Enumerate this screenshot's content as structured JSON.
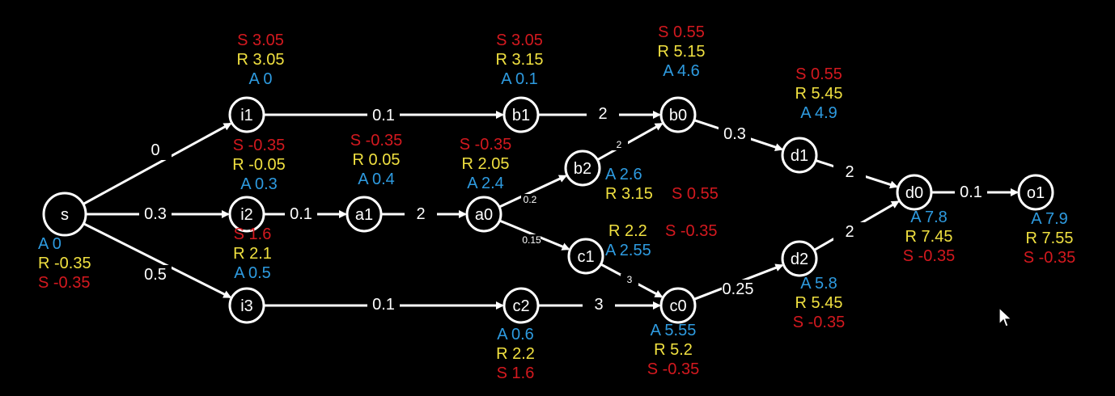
{
  "colors": {
    "background": "#000000",
    "stroke": "#ffffff",
    "S": "#d4191f",
    "R": "#f0e040",
    "A": "#2e9be0"
  },
  "nodes": [
    {
      "id": "s",
      "label": "s"
    },
    {
      "id": "i1",
      "label": "i1"
    },
    {
      "id": "i2",
      "label": "i2"
    },
    {
      "id": "i3",
      "label": "i3"
    },
    {
      "id": "a1",
      "label": "a1"
    },
    {
      "id": "a0",
      "label": "a0"
    },
    {
      "id": "b2",
      "label": "b2"
    },
    {
      "id": "b1",
      "label": "b1"
    },
    {
      "id": "b0",
      "label": "b0"
    },
    {
      "id": "c1",
      "label": "c1"
    },
    {
      "id": "c2",
      "label": "c2"
    },
    {
      "id": "c0",
      "label": "c0"
    },
    {
      "id": "d1",
      "label": "d1"
    },
    {
      "id": "d2",
      "label": "d2"
    },
    {
      "id": "d0",
      "label": "d0"
    },
    {
      "id": "o1",
      "label": "o1"
    }
  ],
  "edges": [
    {
      "from": "s",
      "to": "i1",
      "label": "0"
    },
    {
      "from": "s",
      "to": "i2",
      "label": "0.3"
    },
    {
      "from": "s",
      "to": "i3",
      "label": "0.5"
    },
    {
      "from": "i1",
      "to": "b1",
      "label": "0.1"
    },
    {
      "from": "i2",
      "to": "a1",
      "label": "0.1"
    },
    {
      "from": "a1",
      "to": "a0",
      "label": "2"
    },
    {
      "from": "a0",
      "to": "b2",
      "label": "0.2"
    },
    {
      "from": "a0",
      "to": "c1",
      "label": "0.15"
    },
    {
      "from": "b2",
      "to": "b0",
      "label": "2"
    },
    {
      "from": "b1",
      "to": "b0",
      "label": "2"
    },
    {
      "from": "i3",
      "to": "c2",
      "label": "0.1"
    },
    {
      "from": "c2",
      "to": "c0",
      "label": "3"
    },
    {
      "from": "c1",
      "to": "c0",
      "label": "3"
    },
    {
      "from": "b0",
      "to": "d1",
      "label": "0.3"
    },
    {
      "from": "c0",
      "to": "d2",
      "label": "0.25"
    },
    {
      "from": "d1",
      "to": "d0",
      "label": "2"
    },
    {
      "from": "d2",
      "to": "d0",
      "label": "2"
    },
    {
      "from": "d0",
      "to": "o1",
      "label": "0.1"
    }
  ],
  "annotations": [
    {
      "node": "s",
      "lines": [
        {
          "k": "A",
          "text": "A 0"
        },
        {
          "k": "R",
          "text": "R -0.35"
        },
        {
          "k": "S",
          "text": "S -0.35"
        }
      ]
    },
    {
      "node": "i1",
      "lines": [
        {
          "k": "S",
          "text": "S 3.05"
        },
        {
          "k": "R",
          "text": "R 3.05"
        },
        {
          "k": "A",
          "text": "A 0"
        }
      ]
    },
    {
      "node": "i2",
      "lines": [
        {
          "k": "S",
          "text": "S -0.35"
        },
        {
          "k": "R",
          "text": "R -0.05"
        },
        {
          "k": "A",
          "text": "A 0.3"
        }
      ]
    },
    {
      "node": "i3",
      "lines": [
        {
          "k": "S",
          "text": "S 1.6"
        },
        {
          "k": "R",
          "text": "R 2.1"
        },
        {
          "k": "A",
          "text": "A 0.5"
        }
      ]
    },
    {
      "node": "a1",
      "lines": [
        {
          "k": "S",
          "text": "S -0.35"
        },
        {
          "k": "R",
          "text": "R 0.05"
        },
        {
          "k": "A",
          "text": "A 0.4"
        }
      ]
    },
    {
      "node": "a0",
      "lines": [
        {
          "k": "S",
          "text": "S -0.35"
        },
        {
          "k": "R",
          "text": "R 2.05"
        },
        {
          "k": "A",
          "text": "A 2.4"
        }
      ]
    },
    {
      "node": "b1",
      "lines": [
        {
          "k": "S",
          "text": "S 3.05"
        },
        {
          "k": "R",
          "text": "R 3.15"
        },
        {
          "k": "A",
          "text": "A 0.1"
        }
      ]
    },
    {
      "node": "b0",
      "lines": [
        {
          "k": "S",
          "text": "S 0.55"
        },
        {
          "k": "R",
          "text": "R 5.15"
        },
        {
          "k": "A",
          "text": "A 4.6"
        }
      ]
    },
    {
      "node": "b2",
      "lines": [
        {
          "k": "A",
          "text": "A 2.6"
        },
        {
          "k": "R",
          "text": "R 3.15"
        },
        {
          "k": "S",
          "text": "S 0.55"
        }
      ]
    },
    {
      "node": "c1",
      "lines": [
        {
          "k": "R",
          "text": "R 2.2"
        },
        {
          "k": "S",
          "text": "S -0.35"
        },
        {
          "k": "A",
          "text": "A 2.55"
        }
      ]
    },
    {
      "node": "c2",
      "lines": [
        {
          "k": "A",
          "text": "A 0.6"
        },
        {
          "k": "R",
          "text": "R 2.2"
        },
        {
          "k": "S",
          "text": "S 1.6"
        }
      ]
    },
    {
      "node": "c0",
      "lines": [
        {
          "k": "A",
          "text": "A 5.55"
        },
        {
          "k": "R",
          "text": "R 5.2"
        },
        {
          "k": "S",
          "text": "S -0.35"
        }
      ]
    },
    {
      "node": "d1",
      "lines": [
        {
          "k": "S",
          "text": "S 0.55"
        },
        {
          "k": "R",
          "text": "R 5.45"
        },
        {
          "k": "A",
          "text": "A 4.9"
        }
      ]
    },
    {
      "node": "d2",
      "lines": [
        {
          "k": "A",
          "text": "A 5.8"
        },
        {
          "k": "R",
          "text": "R 5.45"
        },
        {
          "k": "S",
          "text": "S -0.35"
        }
      ]
    },
    {
      "node": "d0",
      "lines": [
        {
          "k": "A",
          "text": "A 7.8"
        },
        {
          "k": "R",
          "text": "R 7.45"
        },
        {
          "k": "S",
          "text": "S -0.35"
        }
      ]
    },
    {
      "node": "o1",
      "lines": [
        {
          "k": "A",
          "text": "A 7.9"
        },
        {
          "k": "R",
          "text": "R 7.55"
        },
        {
          "k": "S",
          "text": "S -0.35"
        }
      ]
    }
  ]
}
